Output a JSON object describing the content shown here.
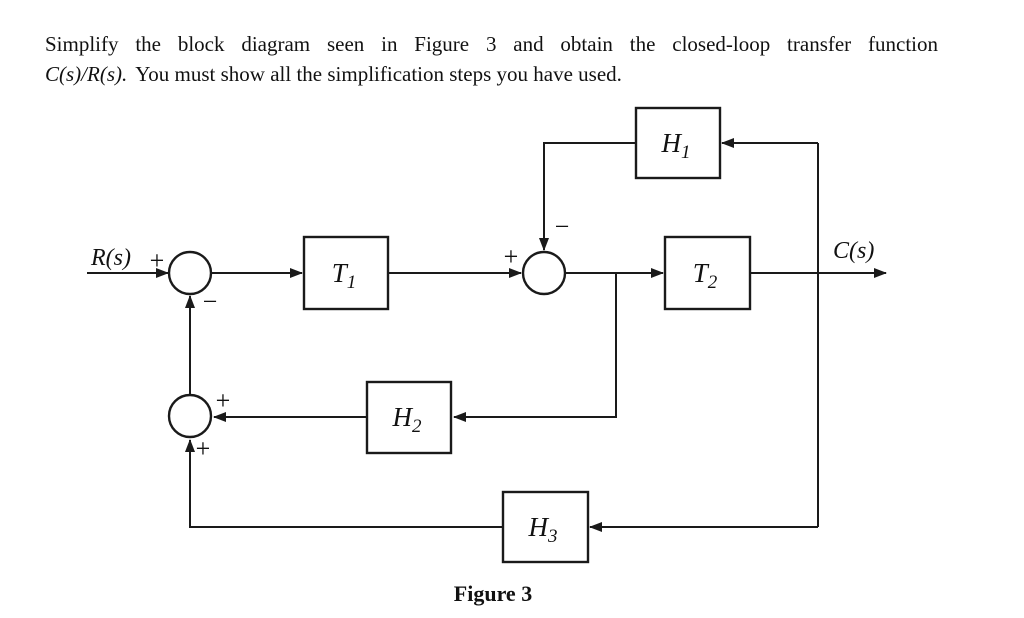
{
  "problem": {
    "line1": "Simplify the block diagram seen in Figure 3 and obtain the closed-loop transfer function",
    "line2_math": "C(s)/R(s).",
    "line2_rest": "You must show all the simplification steps you have used."
  },
  "diagram": {
    "input_label": "R(s)",
    "output_label": "C(s)",
    "blocks": {
      "t1": {
        "main": "T",
        "sub": "1"
      },
      "t2": {
        "main": "T",
        "sub": "2"
      },
      "h1": {
        "main": "H",
        "sub": "1"
      },
      "h2": {
        "main": "H",
        "sub": "2"
      },
      "h3": {
        "main": "H",
        "sub": "3"
      }
    },
    "signs": {
      "sum1_plus": "+",
      "sum1_minus": "−",
      "sum2_plus": "+",
      "sum2_minus": "−",
      "sum3_plus_right": "+",
      "sum3_plus_bottom": "+"
    }
  },
  "caption": "Figure 3",
  "colors": {
    "line": "#1a1a1a",
    "background": "#ffffff",
    "text": "#111111"
  }
}
